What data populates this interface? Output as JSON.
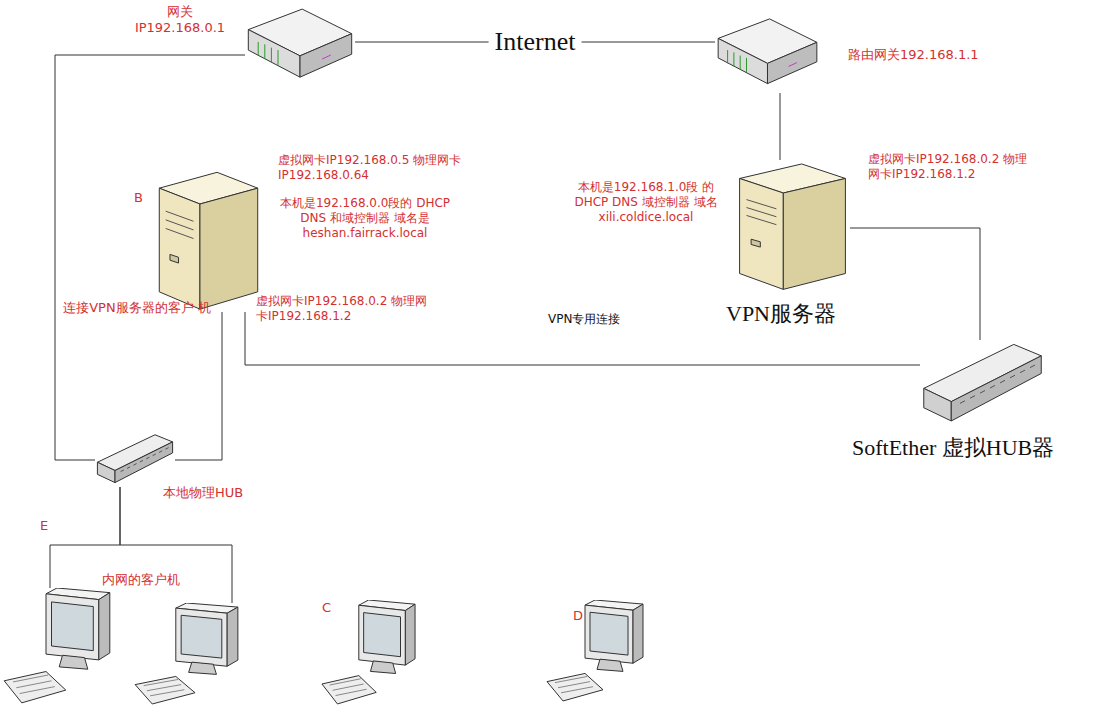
{
  "diagram": {
    "nodes": [
      {
        "text": [
          "网关 IP192.168.0.1"
        ]
      },
      {
        "text": [
          "路由网关192.168.1.1"
        ]
      },
      {
        "text": [
          "虚拟网卡IP192.168.0.5 物理网卡IP192.168.0.64",
          "本机是192.168.0.0段的 DHCP DNS 和域控制器 域名是 heshan.fairrack.local",
          "B",
          "连接VPN服务器的客户 机",
          "虚拟网卡IP192.168.0.2 物理网卡IP192.168.1.2"
        ]
      },
      {
        "text": [
          "本机是192.168.1.0段 的DHCP DNS 域控制器 域名 xili.coldice.local",
          "虚拟网卡IP192.168.0.2 物理网卡IP192.168.1.2",
          "VPN服务器"
        ]
      },
      {
        "text": [
          "SoftEther 虚拟HUB器"
        ]
      },
      {
        "text": [
          "本地物理HUB"
        ]
      },
      {
        "text": [
          "E"
        ]
      },
      {
        "text": [
          "内网的客户机"
        ]
      },
      {
        "text": [
          "C"
        ]
      },
      {
        "text": [
          "D"
        ]
      }
    ],
    "edges": [
      {
        "from": 0,
        "to": 1,
        "arrow": "none",
        "label": "Internet"
      },
      {
        "from": 1,
        "to": 3,
        "arrow": "none"
      },
      {
        "from": 0,
        "to": 5,
        "arrow": "none"
      },
      {
        "from": 2,
        "to": 5,
        "arrow": "none"
      },
      {
        "from": 2,
        "to": 4,
        "arrow": "none",
        "label": "VPN专用连接"
      },
      {
        "from": 3,
        "to": 4,
        "arrow": "none"
      },
      {
        "from": 5,
        "to": 6,
        "arrow": "none"
      },
      {
        "from": 5,
        "to": 7,
        "arrow": "none"
      }
    ]
  }
}
